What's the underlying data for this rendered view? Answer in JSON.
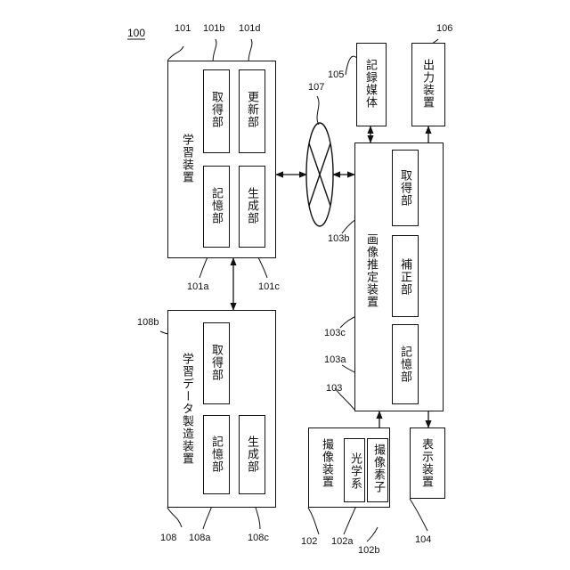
{
  "figure": {
    "ref": "100",
    "learning_device": {
      "ref": "101",
      "title": "学習装置",
      "acquire": {
        "ref": "101b",
        "label": "取得部"
      },
      "update": {
        "ref": "101d",
        "label": "更新部"
      },
      "storage": {
        "ref": "101a",
        "label": "記憶部"
      },
      "generate": {
        "ref": "101c",
        "label": "生成部"
      }
    },
    "network": {
      "ref": "107"
    },
    "recording_medium": {
      "ref": "105",
      "label": "記録媒体"
    },
    "output_device": {
      "ref": "106",
      "label": "出力装置"
    },
    "image_estimation": {
      "ref": "103",
      "title": "画像推定装置",
      "acquire": {
        "ref": "103b",
        "label": "取得部"
      },
      "correct": {
        "ref": "103c",
        "label": "補正部"
      },
      "storage": {
        "ref": "103a",
        "label": "記憶部"
      }
    },
    "data_maker": {
      "ref": "108",
      "title": "学習データ製造装置",
      "acquire": {
        "ref": "108b",
        "label": "取得部"
      },
      "storage": {
        "ref": "108a",
        "label": "記憶部"
      },
      "generate": {
        "ref": "108c",
        "label": "生成部"
      }
    },
    "imaging_device": {
      "ref": "102",
      "title": "撮像装置",
      "optics": {
        "ref": "102a",
        "label": "光学系"
      },
      "sensor": {
        "ref": "102b",
        "label": "撮像素子"
      }
    },
    "display_device": {
      "ref": "104",
      "label": "表示装置"
    }
  }
}
